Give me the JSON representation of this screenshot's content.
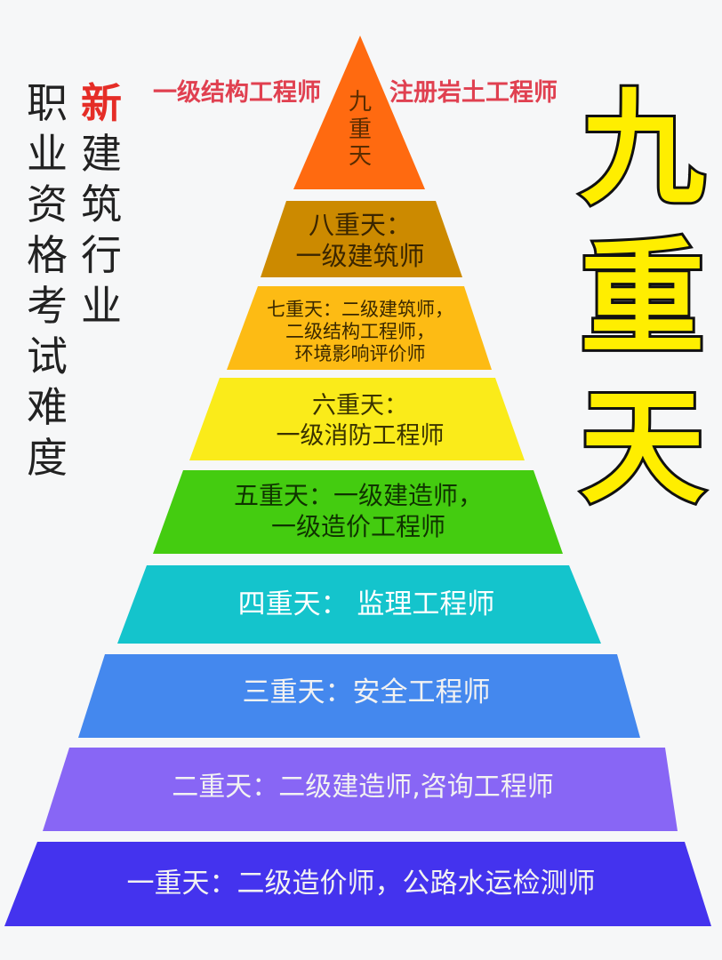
{
  "title_left": {
    "column1": "职业资格考试难度",
    "column2_highlight": "新",
    "column2_rest": "建筑行业",
    "highlight_color": "#e52d27"
  },
  "title_right": {
    "text": "九重天",
    "fill_color": "#ffee00",
    "stroke_color": "#111111"
  },
  "apex_side_labels": {
    "left": "一级结构工程师",
    "right": "注册岩土工程师",
    "color": "#e04050"
  },
  "levels": [
    {
      "level": 9,
      "label": "九重天",
      "color": "#ff6a10",
      "text_color": "#5a2c00"
    },
    {
      "level": 8,
      "line1": "八重天：",
      "line2": "一级建筑师",
      "color": "#cc8a00",
      "text_color": "#3a2500"
    },
    {
      "level": 7,
      "line1": "七重天：二级建筑师，",
      "line2": "二级结构工程师，",
      "line3": "环境影响评价师",
      "color": "#fdbb14",
      "text_color": "#3a2800"
    },
    {
      "level": 6,
      "line1": "六重天：",
      "line2": "一级消防工程师",
      "color": "#faeb1a",
      "text_color": "#3a3300"
    },
    {
      "level": 5,
      "line1": "五重天：一级建造师，",
      "line2": "一级造价工程师",
      "color": "#44cc10",
      "text_color": "#0f3300"
    },
    {
      "level": 4,
      "line1": "四重天：  监理工程师",
      "color": "#14c4cc",
      "text_color": "#ffffff"
    },
    {
      "level": 3,
      "line1": "三重天：安全工程师",
      "color": "#4488ee",
      "text_color": "#f2f2f2"
    },
    {
      "level": 2,
      "line1": "二重天：二级建造师,咨询工程师",
      "color": "#8866f5",
      "text_color": "#f2f2f2"
    },
    {
      "level": 1,
      "line1": "一重天：二级造价师，公路水运检测师",
      "color": "#4433ee",
      "text_color": "#f2f2f2"
    }
  ]
}
